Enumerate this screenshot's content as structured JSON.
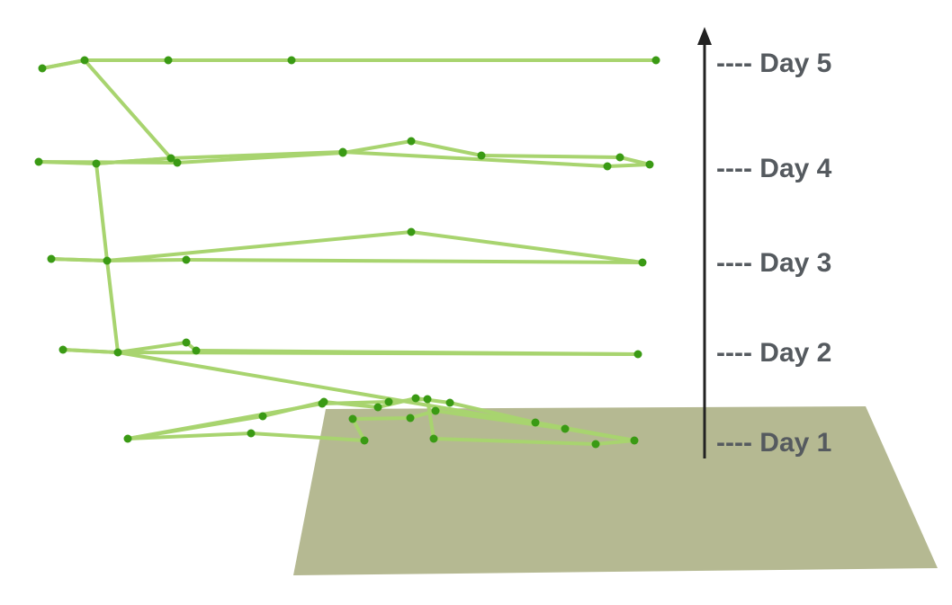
{
  "diagram": {
    "ground_plane_color": "#b5b992",
    "track_line_color": "#a8d46f",
    "track_point_color": "#3a9a14",
    "time_axis_color": "#222222",
    "label_color": "#555a5f",
    "days": [
      {
        "label": "---- Day 1"
      },
      {
        "label": "---- Day 2"
      },
      {
        "label": "---- Day 3"
      },
      {
        "label": "---- Day 4"
      },
      {
        "label": "---- Day 5"
      }
    ]
  }
}
